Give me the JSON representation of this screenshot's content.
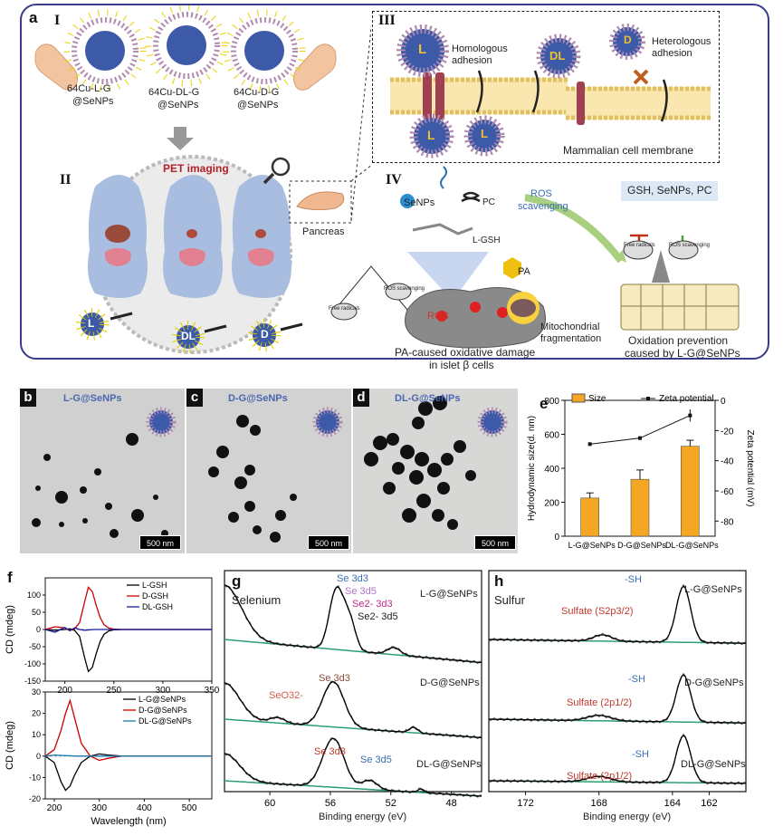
{
  "panel_labels": {
    "a": "a",
    "b": "b",
    "c": "c",
    "d": "d",
    "e": "e",
    "f": "f",
    "g": "g",
    "h": "h"
  },
  "schematic": {
    "roman": {
      "I": "I",
      "II": "II",
      "III": "III",
      "IV": "IV"
    },
    "np_labels": [
      {
        "line1": "64Cu-L-G",
        "line2": "@SeNPs"
      },
      {
        "line1": "64Cu-DL-G",
        "line2": "@SeNPs"
      },
      {
        "line1": "64Cu-D-G",
        "line2": "@SeNPs"
      }
    ],
    "pet_title": "PET imaging",
    "mouse_letters": [
      "L",
      "DL",
      "D"
    ],
    "pancreas": "Pancreas",
    "homologous": "Homologous adhesion",
    "heterologous": "Heterologous adhesion",
    "membrane": "Mammalian cell membrane",
    "membrane_np_letters": {
      "L1": "L",
      "L2": "L",
      "L3": "L",
      "DL": "DL",
      "D": "D"
    },
    "senps": "SeNPs",
    "pc": "PC",
    "lgsh": "L-GSH",
    "pa": "PA",
    "ros_scavenging_line1": "ROS",
    "ros_scavenging_line2": "scavenging",
    "ros": "ROS",
    "free_radicals": "Free radicals",
    "ros_small": "ROS scavenging",
    "mito_line1": "Mitochondrial",
    "mito_line2": "fragmentation",
    "pa_damage_line1": "PA-caused oxidative damage",
    "pa_damage_line2": "in islet β cells",
    "gsh_box": "GSH, SeNPs, PC",
    "oxidation_line1": "Oxidation prevention",
    "oxidation_line2": "caused by L-G@SeNPs"
  },
  "tem": [
    {
      "title": "L-G@SeNPs",
      "scale": "500 nm"
    },
    {
      "title": "D-G@SeNPs",
      "scale": "500 nm"
    },
    {
      "title": "DL-G@SeNPs",
      "scale": "500 nm"
    }
  ],
  "colors": {
    "bar": "#f5a623",
    "navy": "#3a3a8c",
    "np": "#3c5aa8",
    "red": "#c0392b",
    "blue": "#3a6fb5",
    "magenta": "#c0288c",
    "violet": "#b070d0",
    "green": "#2aa070"
  },
  "chart_data": [
    {
      "type": "bar",
      "panel": "e",
      "categories": [
        "L-G@SeNPs",
        "D-G@SeNPs",
        "DL-G@SeNPs"
      ],
      "series": [
        {
          "name": "Size",
          "values": [
            225,
            335,
            530
          ],
          "errors": [
            30,
            55,
            35
          ],
          "axis": "left"
        },
        {
          "name": "Zeta potential",
          "values": [
            -29,
            -25,
            -10
          ],
          "errors": [
            1,
            1,
            4
          ],
          "axis": "right",
          "type": "line"
        }
      ],
      "ylabel": "Hydrodynamic size(d. nm)",
      "y2label": "Zeta potential (mV)",
      "ylim": [
        0,
        800
      ],
      "y2lim": [
        -90,
        0
      ],
      "yticks": [
        0,
        200,
        400,
        600,
        800
      ],
      "y2ticks": [
        0,
        -20,
        -40,
        -60,
        -80
      ]
    },
    {
      "type": "line",
      "panel": "f-top",
      "xlabel": "",
      "ylabel": "CD (mdeg)",
      "xlim": [
        180,
        350
      ],
      "ylim": [
        -150,
        150
      ],
      "xticks": [
        200,
        250,
        300,
        350
      ],
      "yticks": [
        100,
        50,
        0,
        -50,
        -100,
        -150
      ],
      "series": [
        {
          "name": "L-GSH",
          "color": "#000000",
          "x": [
            180,
            190,
            200,
            205,
            210,
            215,
            220,
            224,
            228,
            232,
            236,
            240,
            245,
            250,
            260,
            280,
            300,
            350
          ],
          "y": [
            0,
            -2,
            0,
            2,
            -3,
            -20,
            -80,
            -122,
            -110,
            -70,
            -35,
            -14,
            -4,
            -1,
            0,
            0,
            0,
            0
          ]
        },
        {
          "name": "D-GSH",
          "color": "#cc0000",
          "x": [
            180,
            190,
            200,
            205,
            210,
            215,
            220,
            224,
            228,
            232,
            236,
            240,
            245,
            250,
            260,
            280,
            300,
            350
          ],
          "y": [
            0,
            8,
            5,
            -3,
            2,
            20,
            78,
            123,
            110,
            70,
            35,
            14,
            4,
            1,
            0,
            0,
            0,
            0
          ]
        },
        {
          "name": "DL-GSH",
          "color": "#1a1aa0",
          "x": [
            180,
            190,
            200,
            205,
            210,
            215,
            220,
            230,
            240,
            250,
            260,
            280,
            300,
            350
          ],
          "y": [
            0,
            -8,
            6,
            -4,
            5,
            0,
            -2,
            0,
            0,
            0,
            0,
            0,
            0,
            0
          ]
        }
      ]
    },
    {
      "type": "line",
      "panel": "f-bottom",
      "xlabel": "Wavelength (nm)",
      "ylabel": "CD (mdeg)",
      "xlim": [
        180,
        550
      ],
      "ylim": [
        -20,
        30
      ],
      "xticks": [
        200,
        300,
        400,
        500
      ],
      "yticks": [
        30,
        20,
        10,
        0,
        -10,
        -20
      ],
      "series": [
        {
          "name": "L-G@SeNPs",
          "color": "#000000",
          "x": [
            180,
            200,
            215,
            225,
            235,
            245,
            260,
            280,
            300,
            320,
            350,
            400,
            450,
            500,
            550
          ],
          "y": [
            0,
            -3,
            -12,
            -16,
            -14,
            -9,
            -3,
            0,
            1,
            0.5,
            0,
            0,
            0,
            0,
            0
          ]
        },
        {
          "name": "D-G@SeNPs",
          "color": "#cc0000",
          "x": [
            180,
            200,
            215,
            225,
            235,
            245,
            260,
            280,
            300,
            320,
            350,
            400,
            450,
            500,
            550
          ],
          "y": [
            0,
            3,
            12,
            20,
            26,
            18,
            6,
            0,
            -2,
            -1,
            0,
            0,
            0,
            0,
            0
          ]
        },
        {
          "name": "DL-G@SeNPs",
          "color": "#1a7ab0",
          "x": [
            180,
            200,
            250,
            300,
            350,
            400,
            450,
            500,
            550
          ],
          "y": [
            0,
            0.5,
            0,
            0,
            0,
            0,
            0,
            0,
            0
          ]
        }
      ]
    },
    {
      "type": "line",
      "panel": "g",
      "title": "Selenium",
      "xlabel": "Binding energy (eV)",
      "xlim": [
        63,
        46
      ],
      "xticks": [
        60,
        56,
        52,
        48
      ],
      "traces": [
        {
          "label": "L-G@SeNPs",
          "annotations": [
            "Se 3d3",
            "Se 3d5",
            "Se2- 3d3",
            "Se2- 3d5"
          ]
        },
        {
          "label": "D-G@SeNPs",
          "annotations": [
            "Se 3d3",
            "SeO32-"
          ]
        },
        {
          "label": "DL-G@SeNPs",
          "annotations": [
            "Se 3d3",
            "Se 3d5"
          ]
        }
      ]
    },
    {
      "type": "line",
      "panel": "h",
      "title": "Sulfur",
      "xlabel": "Binding energy (eV)",
      "xlim": [
        174,
        160
      ],
      "xticks": [
        172,
        168,
        164,
        162
      ],
      "traces": [
        {
          "label": "L-G@SeNPs",
          "annotations": [
            "-SH",
            "Sulfate (S2p3/2)"
          ]
        },
        {
          "label": "D-G@SeNPs",
          "annotations": [
            "-SH",
            "Sulfate (2p1/2)"
          ]
        },
        {
          "label": "DL-G@SeNPs",
          "annotations": [
            "-SH",
            "Sulfate (2p1/2)"
          ]
        }
      ]
    }
  ]
}
